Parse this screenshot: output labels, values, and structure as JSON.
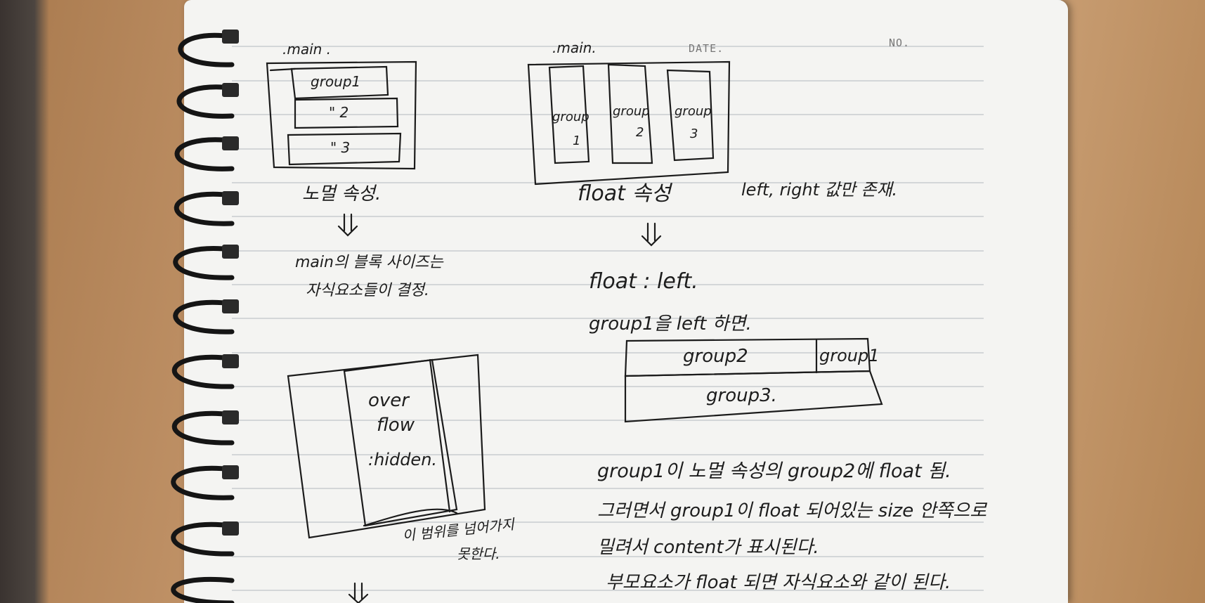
{
  "notebook": {
    "header": {
      "date_label": "DATE.",
      "no_label": "NO."
    },
    "left_column": {
      "diagram_label": ".main .",
      "boxes": [
        "group1",
        "\" 2",
        "\" 3"
      ],
      "caption": "노멀 속성.",
      "arrow": "⇓",
      "line1": "main의 블록 사이즈는",
      "line2": "자식요소들이 결정.",
      "overflow_box": {
        "line1": "over",
        "line2": "flow",
        "line3": ":hidden."
      },
      "note1": "이 범위를 넘어가지",
      "note2": "못한다.",
      "bottom_arrow": "⇓"
    },
    "right_column": {
      "diagram_label": ".main.",
      "columns": [
        {
          "top": "group",
          "bottom": "1"
        },
        {
          "top": "group",
          "bottom": "2"
        },
        {
          "top": "group",
          "bottom": "3"
        }
      ],
      "caption": "float 속성",
      "caption_side": "left, right 값만 존재.",
      "arrow": "⇓",
      "float_left": "float : left.",
      "group1_left": "group1을 left 하면.",
      "box_group2": "group2",
      "box_group1": "group1",
      "box_group3": "group3.",
      "p1": "group1이 노멀 속성의 group2에 float 됨.",
      "p2": "그러면서 group1이 float 되어있는 size 안쪽으로",
      "p3": "밀려서 content가 표시된다.",
      "p4": "부모요소가 float 되면 자식요소와 같이 된다."
    }
  }
}
